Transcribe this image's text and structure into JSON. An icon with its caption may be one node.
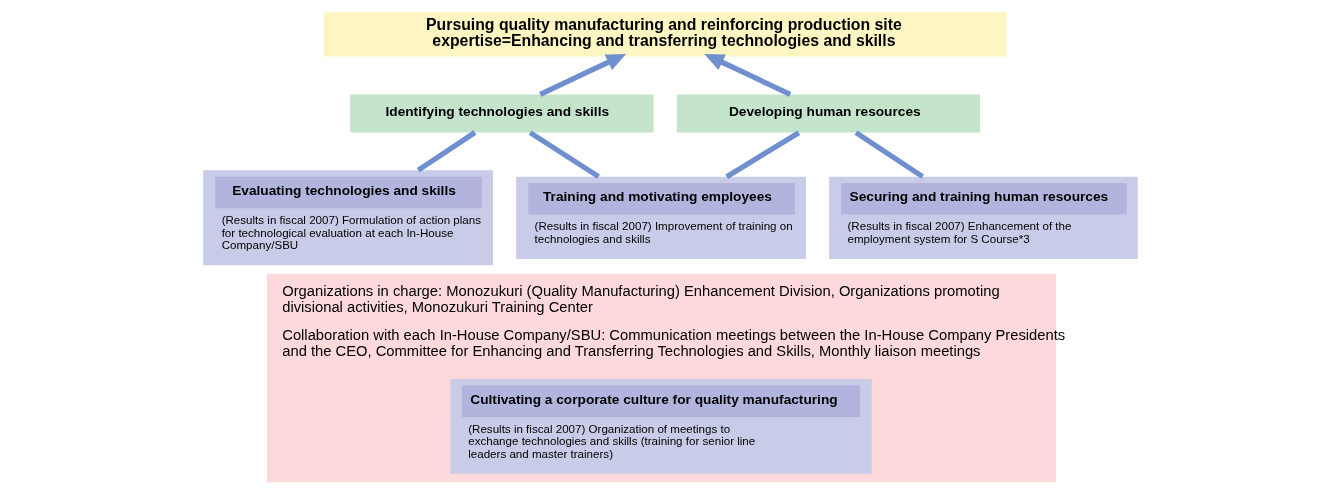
{
  "diagram": {
    "nodes": [
      {
        "text": [
          "Pursuing quality manufacturing and reinforcing production site expertise=Enhancing and transferring technologies and skills"
        ]
      },
      {
        "text": [
          "Identifying technologies and skills"
        ]
      },
      {
        "text": [
          "Developing human resources"
        ]
      },
      {
        "text": [
          "Evaluating technologies and skills",
          "(Results in fiscal 2007) Formulation of action plans for technological evaluation at each In-House Company/SBU"
        ]
      },
      {
        "text": [
          "Training and motivating employees",
          "(Results in fiscal 2007) Improvement of training on technologies and skills"
        ]
      },
      {
        "text": [
          "Securing and training human resources",
          "(Results in fiscal 2007) Enhancement of the employment system for S Course*3"
        ]
      },
      {
        "text": [
          "Organizations in charge: Monozukuri (Quality Manufacturing) Enhancement Division, Organizations promoting divisional activities, Monozukuri Training Center",
          "Collaboration with each In-House Company/SBU: Communication meetings between the In-House Company Presidents and the CEO, Committee for Enhancing and Transferring Technologies and Skills, Monthly liaison meetings"
        ]
      },
      {
        "text": [
          "Cultivating a corporate culture for quality manufacturing",
          "(Results in fiscal 2007) Organization of meetings to exchange technologies and skills (training for senior line leaders and master trainers)"
        ],
        "in": 6
      }
    ],
    "edges": [
      {
        "from": 1,
        "to": 0,
        "arrow": "to"
      },
      {
        "from": 2,
        "to": 0,
        "arrow": "to"
      },
      {
        "from": 3,
        "to": 1,
        "arrow": "none"
      },
      {
        "from": 4,
        "to": 1,
        "arrow": "none"
      },
      {
        "from": 4,
        "to": 2,
        "arrow": "none"
      },
      {
        "from": 5,
        "to": 2,
        "arrow": "none"
      }
    ]
  }
}
